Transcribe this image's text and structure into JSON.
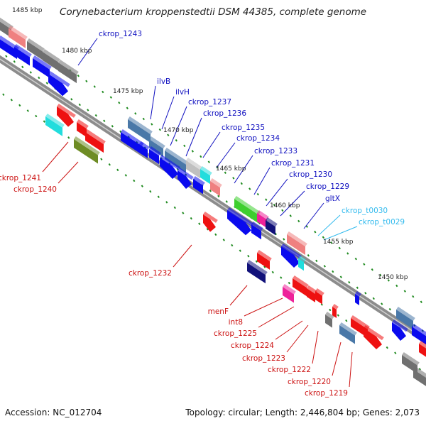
{
  "title": "Corynebacterium kroppenstedtii DSM 44385, complete genome",
  "footer": {
    "accession": "Accession: NC_012704",
    "summary": "Topology: circular; Length: 2,446,804 bp; Genes: 2,073"
  },
  "colors": {
    "backbone": "#8c8c8c",
    "tick": "#1f8a1f",
    "blue": "#0a0aee",
    "navy": "#11117a",
    "red": "#ee1111",
    "steel": "#4a78a8",
    "gray": "#707070",
    "pink": "#ef8080",
    "cyan": "#22dddd",
    "green": "#3ecf2f",
    "olive": "#6e8c24",
    "magenta": "#ee2299",
    "silver": "#c0c0c0",
    "label_blue": "#1010c0",
    "label_red": "#cc1111",
    "label_cyan": "#33bbee"
  },
  "scale_labels": [
    "1485 kbp",
    "1480 kbp",
    "1475 kbp",
    "1470 kbp",
    "1465 kbp",
    "1460 kbp",
    "1455 kbp",
    "1450 kbp"
  ],
  "gene_labels": {
    "top": [
      "ckrop_1243",
      "ilvB",
      "ilvH",
      "ckrop_1237",
      "ckrop_1236",
      "ckrop_1235",
      "ckrop_1234",
      "ckrop_1233",
      "ckrop_1231",
      "ckrop_1230",
      "ckrop_1229",
      "gltX",
      "ckrop_t0030",
      "ckrop_t0029"
    ],
    "bottom": [
      "ckrop_1241",
      "ckrop_1240",
      "ckrop_1232",
      "menF",
      "int8",
      "ckrop_1225",
      "ckrop_1224",
      "ckrop_1223",
      "ckrop_1222",
      "ckrop_1220",
      "ckrop_1219"
    ]
  }
}
